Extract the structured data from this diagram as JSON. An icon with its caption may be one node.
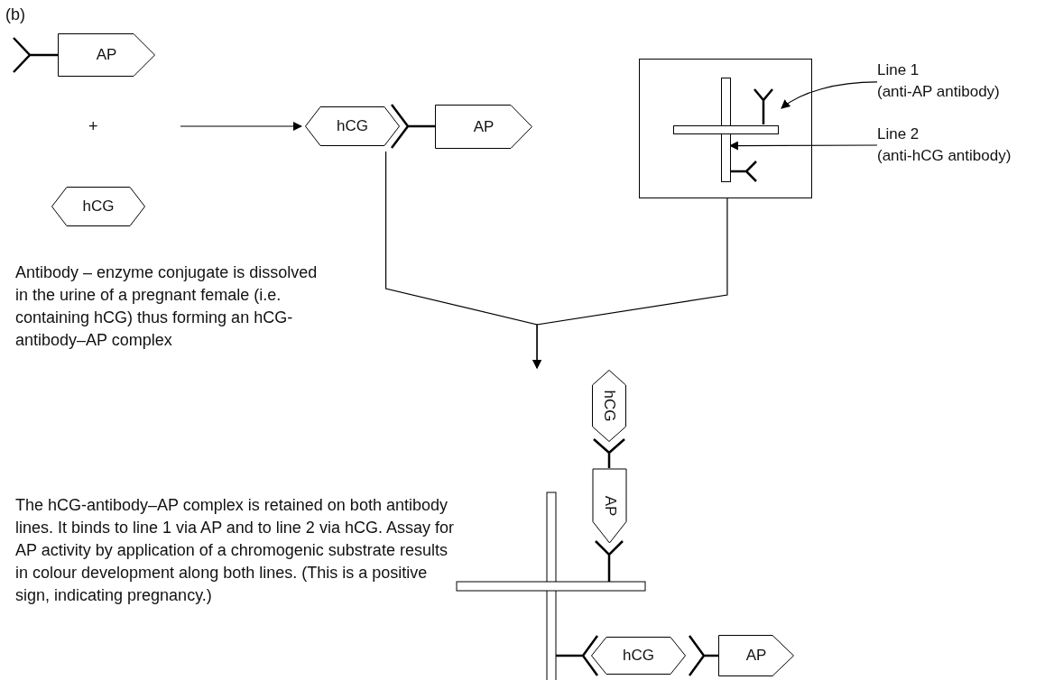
{
  "diagram": {
    "nodes": [
      {
        "text": [
          "AP"
        ]
      },
      {
        "text": [
          "hCG"
        ]
      },
      {
        "text": [],
        "shape": "picture"
      },
      {
        "text": [
          "hCG"
        ],
        "in": 2
      },
      {
        "text": [
          "AP"
        ],
        "in": 2
      },
      {
        "text": [],
        "shape": "box"
      },
      {
        "text": [],
        "shape": "bar",
        "in": 5
      },
      {
        "text": [],
        "shape": "bar",
        "in": 5
      },
      {
        "text": [
          "Line 1",
          "(anti-AP antibody)"
        ]
      },
      {
        "text": [
          "Line 2",
          "(anti-hCG antibody)"
        ]
      },
      {
        "text": [],
        "shape": "picture"
      },
      {
        "text": [
          "hCG"
        ],
        "in": 10
      },
      {
        "text": [
          "AP"
        ],
        "in": 10
      },
      {
        "text": [
          "hCG"
        ],
        "in": 10
      },
      {
        "text": [
          "AP"
        ],
        "in": 10
      }
    ],
    "edges": [
      {
        "from": null,
        "to": 2,
        "arrow": "to"
      },
      {
        "from": 2,
        "to": 10,
        "arrow": "to"
      },
      {
        "from": 5,
        "to": 10,
        "arrow": "to"
      },
      {
        "from": 8,
        "to": 6,
        "arrow": "to"
      },
      {
        "from": 9,
        "to": 7,
        "arrow": "to"
      }
    ],
    "labels": [
      "(b)",
      "+",
      "Antibody – enzyme conjugate is dissolved in the urine of a pregnant female (i.e. containing hCG) thus forming an hCG-antibody–AP complex",
      "The hCG-antibody–AP complex is retained on both antibody lines. It binds to line 1 via AP and to line 2 via hCG. Assay for AP activity by application of a chromogenic substrate results in colour development along both lines. (This is a positive sign, indicating pregnancy.)"
    ]
  }
}
